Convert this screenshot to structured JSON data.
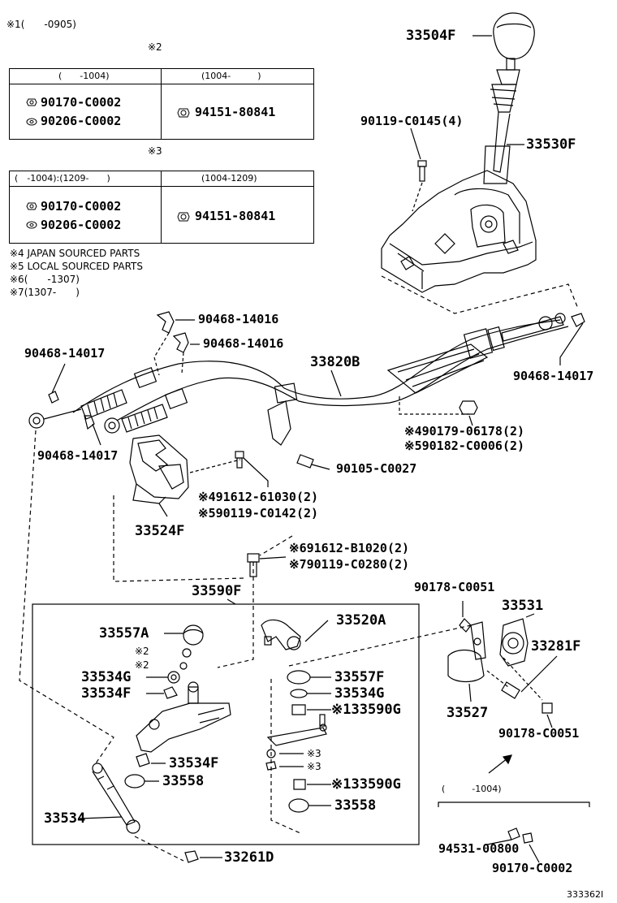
{
  "header_note": "※1(　　-0905)",
  "table2": {
    "marker": "※2",
    "col1_header": "(　　-1004)",
    "col2_header": "(1004-　　　)",
    "col1_rows": [
      "90170-C0002",
      "90206-C0002"
    ],
    "col2_rows": [
      "94151-80841"
    ]
  },
  "table3": {
    "marker": "※3",
    "col1_header": "(　-1004):(1209-　　)",
    "col2_header": "(1004-1209)",
    "col1_rows": [
      "90170-C0002",
      "90206-C0002"
    ],
    "col2_rows": [
      "94151-80841"
    ]
  },
  "notes": [
    "※4 JAPAN SOURCED PARTS",
    "※5 LOCAL SOURCED PARTS",
    "※6(　　-1307)",
    "※7(1307-　　)"
  ],
  "labels": {
    "knob": "33504F",
    "bolt_90119": "90119-C0145(4)",
    "lever": "33530F",
    "clip_a": "90468-14016",
    "clip_b": "90468-14016",
    "clip_left_top": "90468-14017",
    "cable": "33820B",
    "clip_right": "90468-14017",
    "nut_4": "※490179-06178(2)",
    "nut_5": "※590182-C0006(2)",
    "clip_left_bottom": "90468-14017",
    "screw_90105": "90105-C0027",
    "bolt_4": "※491612-61030(2)",
    "bolt_5": "※590119-C0142(2)",
    "bracket": "33524F",
    "bolt_6": "※691612-B1020(2)",
    "bolt_7": "※790119-C0280(2)",
    "assy": "33590F",
    "nut_90178_top": "90178-C0051",
    "bellcrank_bracket": "33531",
    "ball_joint": "33520A",
    "cap_a": "33557A",
    "m2_a": "※2",
    "m2_b": "※2",
    "washer_g_left": "33534G",
    "bush_f_left": "33534F",
    "cap_f": "33557F",
    "washer_g_right": "33534G",
    "bush_g_1": "※133590G",
    "m3_a": "※3",
    "m3_b": "※3",
    "bush_f_lower": "33534F",
    "seal_left": "33558",
    "bush_g_2": "※133590G",
    "seal_right": "33558",
    "rod": "33534",
    "clip_33261": "33261D",
    "pin_33281": "33281F",
    "crank_33527": "33527",
    "nut_90178_bottom": "90178-C0051",
    "bottom_range": "(　　　-1004)",
    "nut_94531": "94531-00800",
    "nut_90170": "90170-C0002",
    "illustration_code": "333362I"
  }
}
